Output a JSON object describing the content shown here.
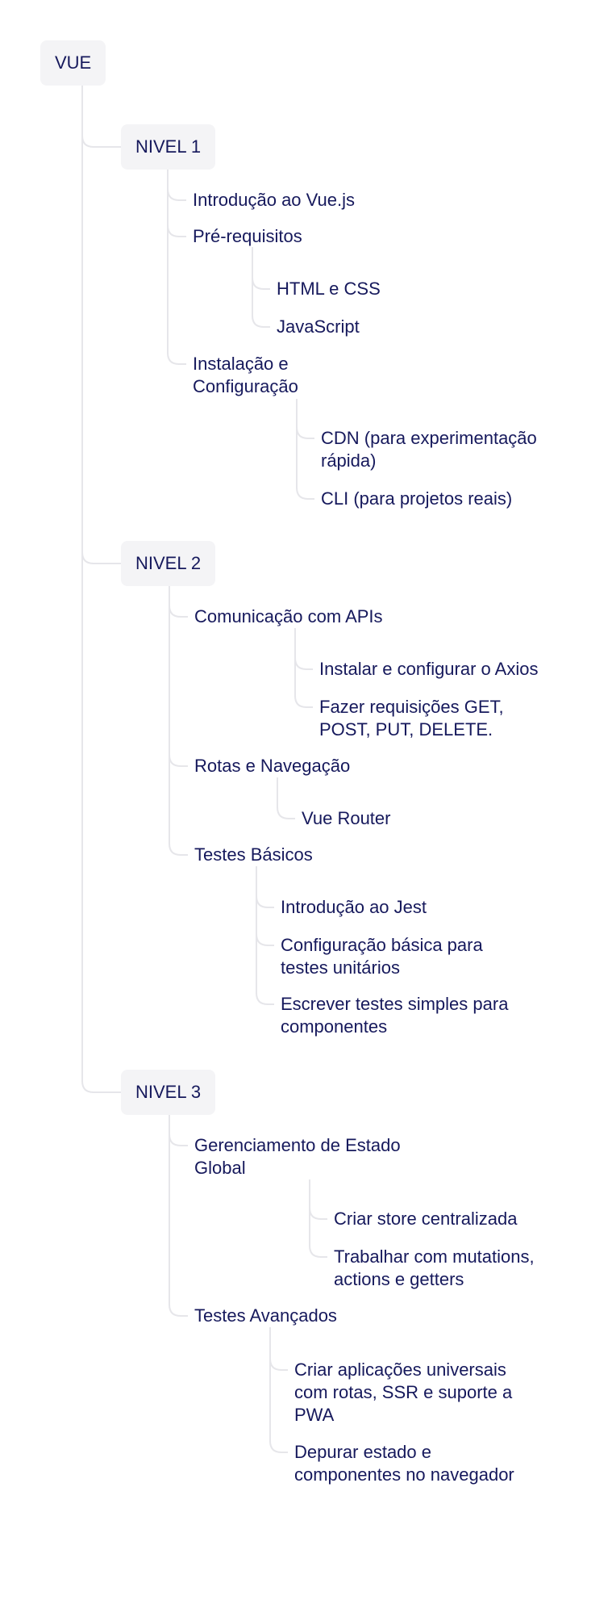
{
  "root": {
    "label": "VUE"
  },
  "levels": [
    {
      "label": "NIVEL 1",
      "topics": [
        {
          "label": "Introdução ao Vue.js",
          "children": []
        },
        {
          "label": "Pré-requisitos",
          "children": [
            "HTML e CSS",
            "JavaScript"
          ]
        },
        {
          "label": "Instalação e Configuração",
          "children": [
            "CDN (para experimentação rápida)",
            "CLI (para projetos reais)"
          ]
        }
      ]
    },
    {
      "label": "NIVEL 2",
      "topics": [
        {
          "label": "Comunicação com APIs",
          "children": [
            "Instalar e configurar o Axios",
            "Fazer requisições GET, POST, PUT, DELETE."
          ]
        },
        {
          "label": "Rotas e Navegação",
          "children": [
            "Vue Router"
          ]
        },
        {
          "label": "Testes Básicos",
          "children": [
            "Introdução ao Jest",
            "Configuração básica para testes unitários",
            "Escrever testes simples para componentes"
          ]
        }
      ]
    },
    {
      "label": "NIVEL 3",
      "topics": [
        {
          "label": " Gerenciamento de Estado Global",
          "children": [
            "Criar store centralizada",
            "Trabalhar com mutations, actions e getters"
          ]
        },
        {
          "label": "Testes Avançados",
          "children": [
            "Criar aplicações universais com rotas, SSR e suporte a PWA",
            "Depurar estado e componentes no navegador"
          ]
        }
      ]
    }
  ]
}
